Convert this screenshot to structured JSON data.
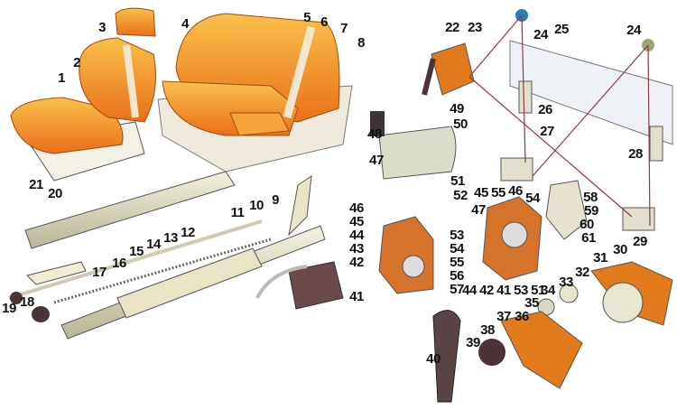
{
  "title": "Seats, seat slide mechanism, door lock and window regulator exploded view",
  "colors": {
    "upholstery": "#f28a1e",
    "upholstery_light": "#f8b84a",
    "metal": "#e8e6cf",
    "bracket": "#e07a1a",
    "handle": "#4a3436",
    "line": "#8a3a4a",
    "glass": "#eef2f6"
  },
  "labels": [
    "1",
    "2",
    "3",
    "4",
    "5",
    "6",
    "7",
    "8",
    "9",
    "10",
    "11",
    "12",
    "13",
    "14",
    "15",
    "16",
    "17",
    "18",
    "19",
    "20",
    "21",
    "22",
    "23",
    "24",
    "24",
    "25",
    "26",
    "27",
    "28",
    "29",
    "30",
    "31",
    "32",
    "33",
    "34",
    "35",
    "36",
    "37",
    "38",
    "39",
    "40",
    "41",
    "41",
    "42",
    "42",
    "43",
    "44",
    "44",
    "45",
    "45",
    "46",
    "46",
    "47",
    "47",
    "48",
    "49",
    "50",
    "51",
    "51",
    "52",
    "53",
    "53",
    "54",
    "54",
    "55",
    "55",
    "56",
    "57",
    "58",
    "59",
    "60",
    "61"
  ]
}
